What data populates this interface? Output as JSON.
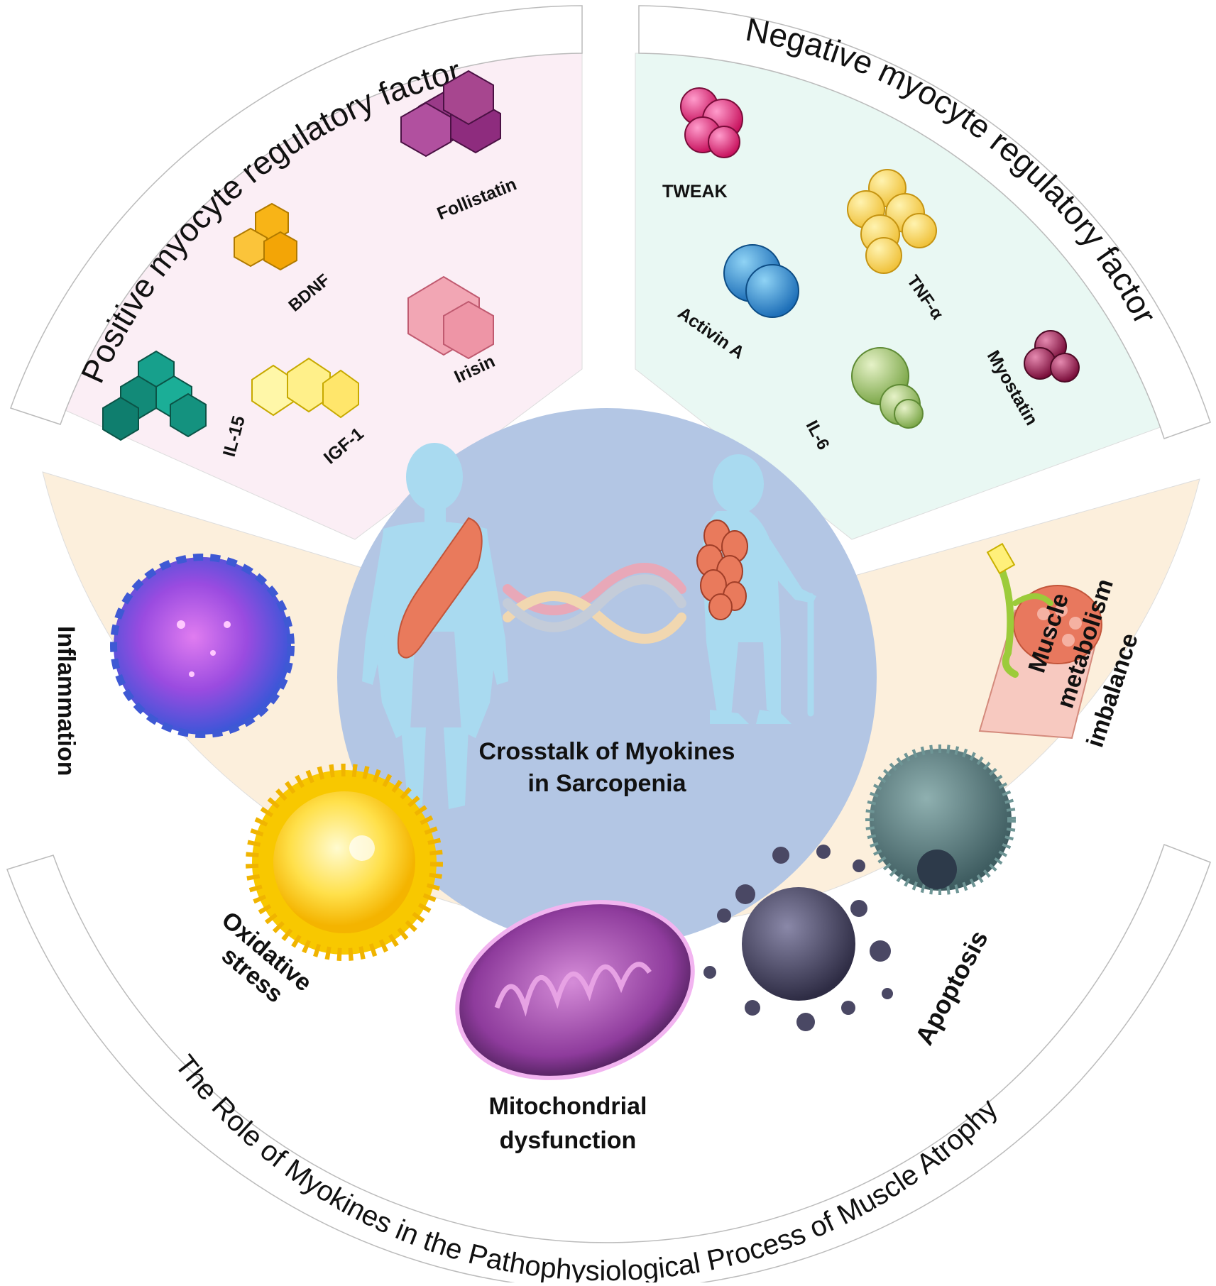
{
  "center": {
    "title_line1": "Crosstalk of  Myokines",
    "title_line2": "in Sarcopenia"
  },
  "positive": {
    "title": "Positive myocyte regulatory factor",
    "items": {
      "follistatin": "Follistatin",
      "bdnf": "BDNF",
      "irisin": "Irisin",
      "il15": "IL-15",
      "igf1": "IGF-1"
    }
  },
  "negative": {
    "title": "Negative myocyte regulatory factor",
    "items": {
      "tweak": "TWEAK",
      "tnfa": "TNF-α",
      "activin": "Activin A",
      "myostatin": "Myostatin",
      "il6": "IL-6"
    }
  },
  "atrophy": {
    "title": "The Role of Myokines in the Pathophysiological Process of Muscle Atrophy",
    "items": {
      "inflammation": "Inflammation",
      "oxidative_1": "Oxidative",
      "oxidative_2": "stress",
      "mito_1": "Mitochondrial",
      "mito_2": "dysfunction",
      "apoptosis": "Apoptosis",
      "muscle_1": "Muscle",
      "muscle_2": "metabolism",
      "muscle_3": "imbalance"
    }
  },
  "colors": {
    "positive_bg": "#fbeef5",
    "negative_bg": "#e9f8f3",
    "atrophy_bg": "#fcefdc",
    "center_bg": "#b3c6e4",
    "body": "#a9daf0",
    "muscle": "#e97a5c"
  }
}
